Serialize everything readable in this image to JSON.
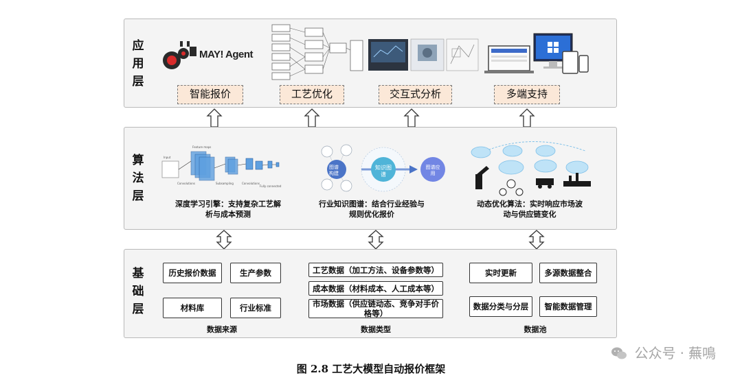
{
  "layers": {
    "app": {
      "name": "应用层"
    },
    "algo": {
      "name": "算法层"
    },
    "base": {
      "name": "基础层"
    }
  },
  "app_layer": {
    "logo_text": "MAY! Agent",
    "labels": [
      "智能报价",
      "工艺优化",
      "交互式分析",
      "多端支持"
    ]
  },
  "algo_layer": {
    "captions": [
      "深度学习引擎：支持复杂工艺解析与成本预测",
      "行业知识图谱：结合行业经验与规则优化报价",
      "动态优化算法：实时响应市场波动与供应链变化"
    ],
    "graph_nodes": {
      "center": "知识图谱",
      "left": "图谱构建",
      "right": "图谱应用"
    }
  },
  "base_layer": {
    "source_items": [
      "历史报价数据",
      "生产参数",
      "材料库",
      "行业标准"
    ],
    "source_caption": "数据来源",
    "type_items": [
      "工艺数据（加工方法、设备参数等）",
      "成本数据（材料成本、人工成本等）",
      "市场数据（供应链动态、竞争对手价格等）"
    ],
    "type_caption": "数据类型",
    "pool_items": [
      "实时更新",
      "多源数据整合",
      "数据分类与分层",
      "智能数据管理"
    ],
    "pool_caption": "数据池"
  },
  "figure_caption": "图 2.8  工艺大模型自动报价框架",
  "watermark": {
    "text1": "公众号",
    "dot": "·",
    "text2": "蕪鳴"
  },
  "colors": {
    "label_fill": "#fbe8d8",
    "panel_fill": "#f4f4f4",
    "node_blue": "#4b74c7"
  }
}
